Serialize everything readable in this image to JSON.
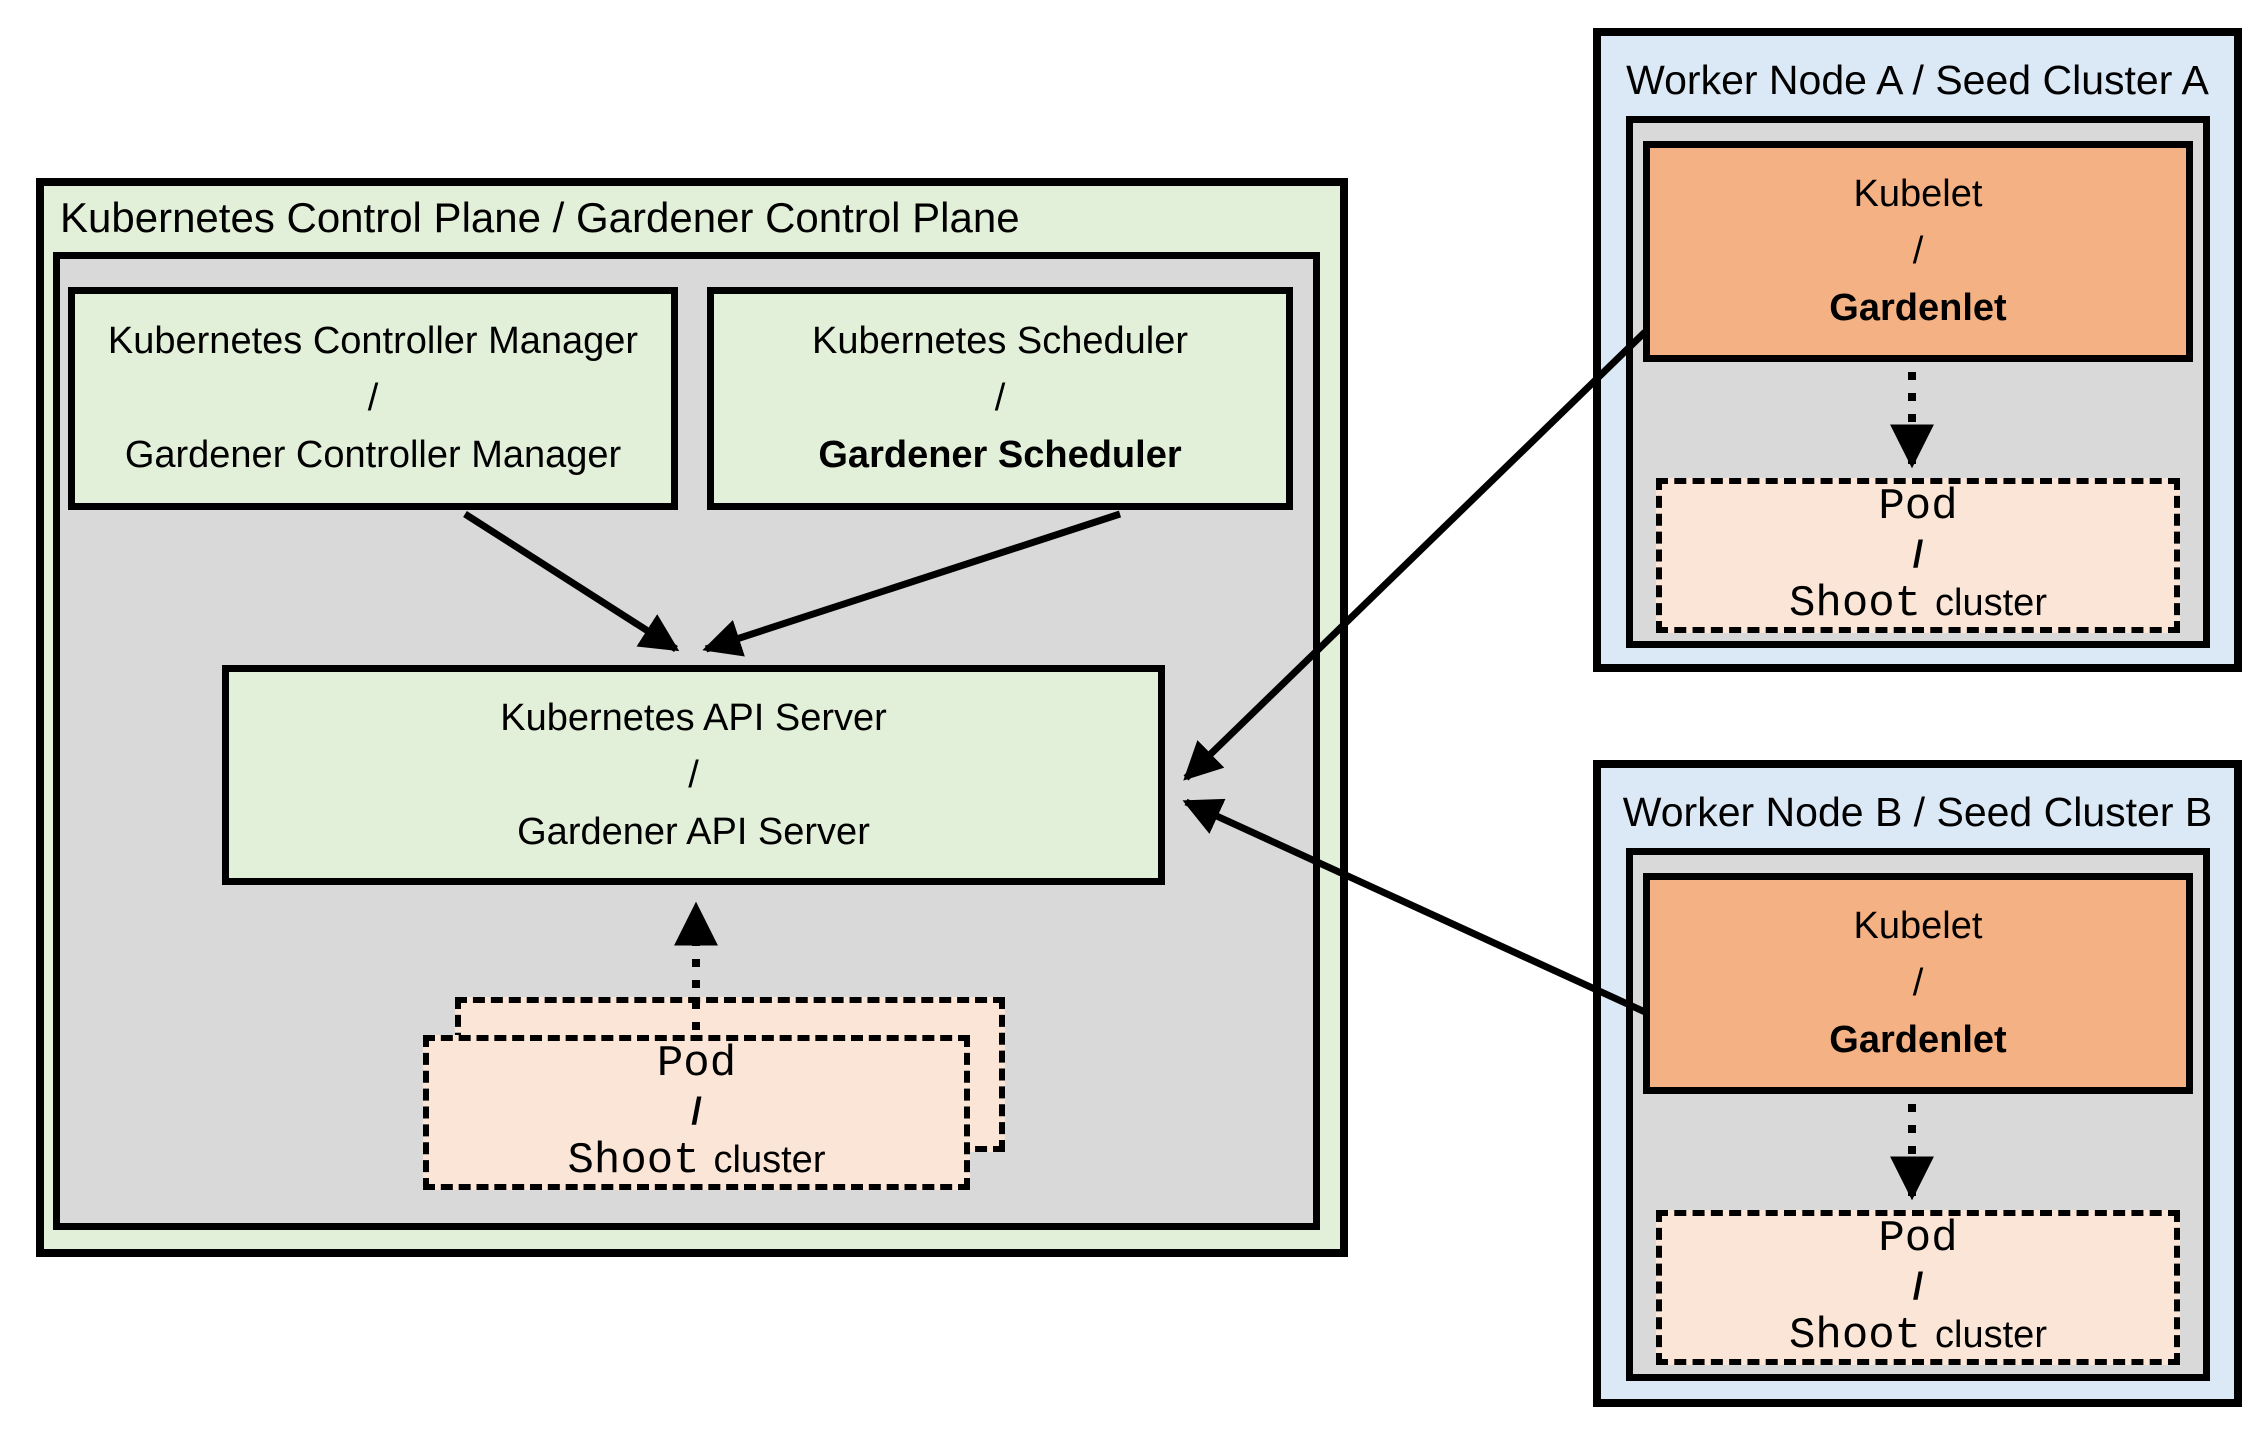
{
  "colors": {
    "green_fill": "#e2efd9",
    "gray_fill": "#d9d9d9",
    "blue_fill": "#dbe8f6",
    "orange_fill": "#f4b183",
    "peach_fill": "#fbe5d6",
    "border": "#000000"
  },
  "control_plane": {
    "title": "Kubernetes Control Plane / Gardener Control Plane",
    "controller_manager": {
      "top": "Kubernetes Controller Manager",
      "separator": "/",
      "bottom": "Gardener Controller Manager"
    },
    "scheduler": {
      "top": "Kubernetes Scheduler",
      "separator": "/",
      "bottom": "Gardener Scheduler"
    },
    "api_server": {
      "top": "Kubernetes API Server",
      "separator": "/",
      "bottom": "Gardener API Server"
    },
    "pod_stack": {
      "top": "Pod",
      "separator": "/",
      "bottom_mono": "Shoot",
      "bottom_sans": "cluster"
    }
  },
  "worker_a": {
    "title": "Worker Node A / Seed Cluster A",
    "kubelet": {
      "top": "Kubelet",
      "separator": "/",
      "bottom": "Gardenlet"
    },
    "pod": {
      "top": "Pod",
      "separator": "/",
      "bottom_mono": "Shoot",
      "bottom_sans": "cluster"
    }
  },
  "worker_b": {
    "title": "Worker Node B / Seed Cluster B",
    "kubelet": {
      "top": "Kubelet",
      "separator": "/",
      "bottom": "Gardenlet"
    },
    "pod": {
      "top": "Pod",
      "separator": "/",
      "bottom_mono": "Shoot",
      "bottom_sans": "cluster"
    }
  }
}
